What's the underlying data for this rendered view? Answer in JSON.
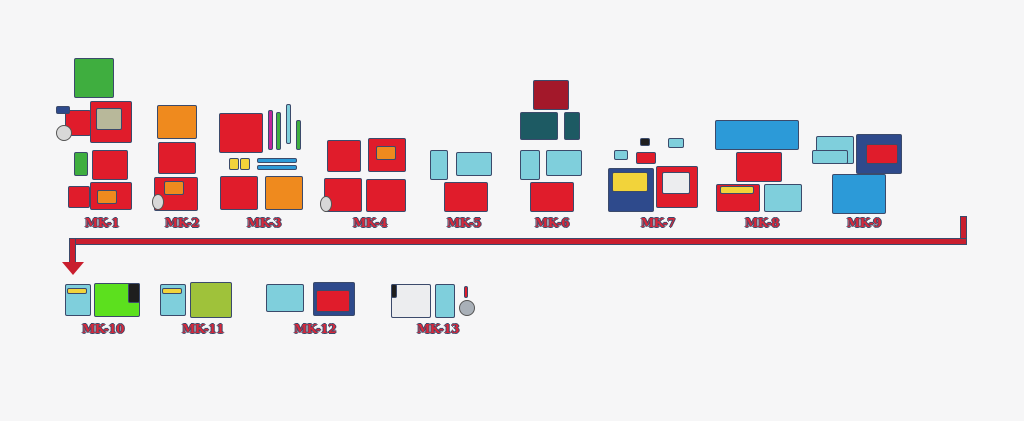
{
  "labels": [
    "MK-1",
    "MK-2",
    "MK-3",
    "MK-4",
    "MK-5",
    "MK-6",
    "MK-7",
    "MK-8",
    "MK-9",
    "MK-10",
    "MK-11",
    "MK-12",
    "MK-13"
  ],
  "colors": {
    "primary_red": "#e01c2b",
    "outline": "#3b4a6b",
    "background": "#f6f6f7",
    "arrow": "#c91e2e"
  }
}
